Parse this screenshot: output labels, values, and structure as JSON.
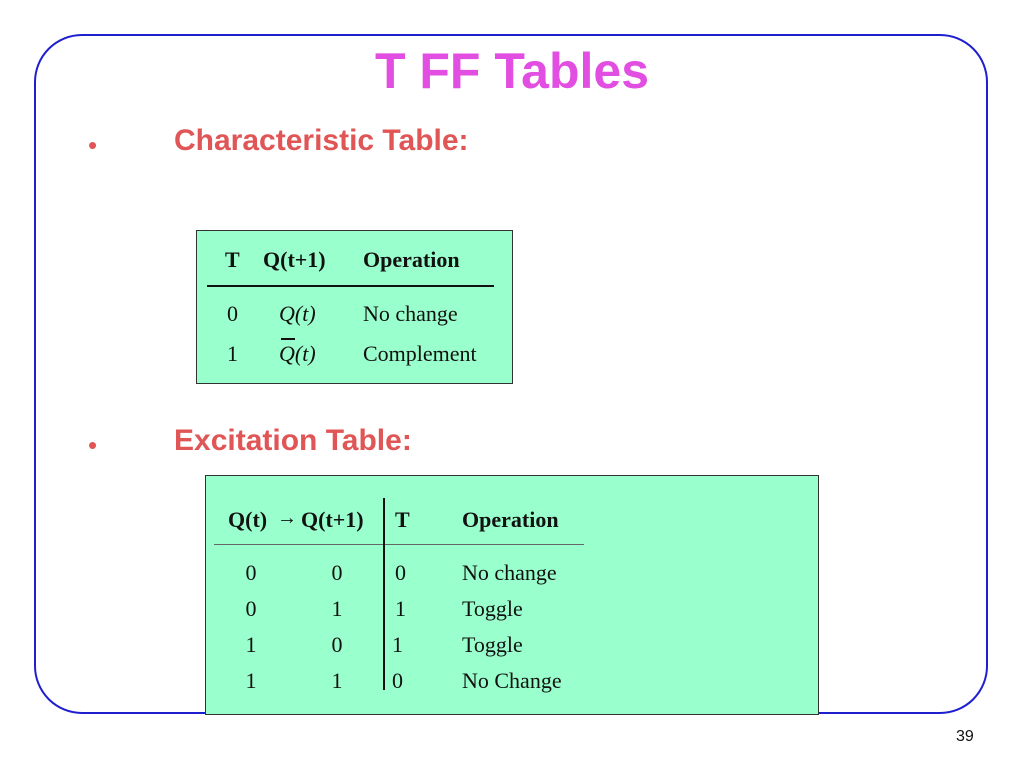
{
  "slide": {
    "title": "T FF Tables",
    "page_number": "39",
    "bullet_glyph": "•",
    "characteristic_heading": "Characteristic Table:",
    "excitation_heading": "Excitation Table:"
  },
  "characteristic_table": {
    "headers": [
      "T",
      "Q(t+1)",
      "Operation"
    ],
    "rows": [
      {
        "t": "0",
        "q_next": "Q(t)",
        "overbar": false,
        "operation": "No change"
      },
      {
        "t": "1",
        "q_next": "Q(t)",
        "overbar": true,
        "operation": "Complement"
      }
    ]
  },
  "excitation_table": {
    "header_q": "Q(t)",
    "header_arrow": "→",
    "header_q_next": "Q(t+1)",
    "header_t": "T",
    "header_operation": "Operation",
    "rows": [
      {
        "q": "0",
        "q_next": "0",
        "t": "0",
        "operation": "No change"
      },
      {
        "q": "0",
        "q_next": "1",
        "t": "1",
        "operation": "Toggle"
      },
      {
        "q": "1",
        "q_next": "0",
        "t": "1",
        "operation": "Toggle"
      },
      {
        "q": "1",
        "q_next": "1",
        "t": "0",
        "operation": "No Change"
      }
    ]
  }
}
